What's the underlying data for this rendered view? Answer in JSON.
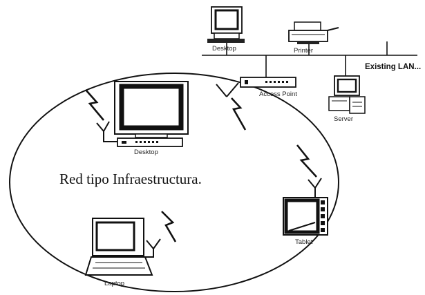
{
  "labels": {
    "desktop_top": "Desktop",
    "printer": "Printer",
    "existing_lan": "Existing LAN...",
    "access_point": "Access Point",
    "server": "Server",
    "desktop_main": "Desktop",
    "caption": "Red tipo Infraestructura.",
    "tablet": "Tablet",
    "laptop": "Laptop"
  }
}
